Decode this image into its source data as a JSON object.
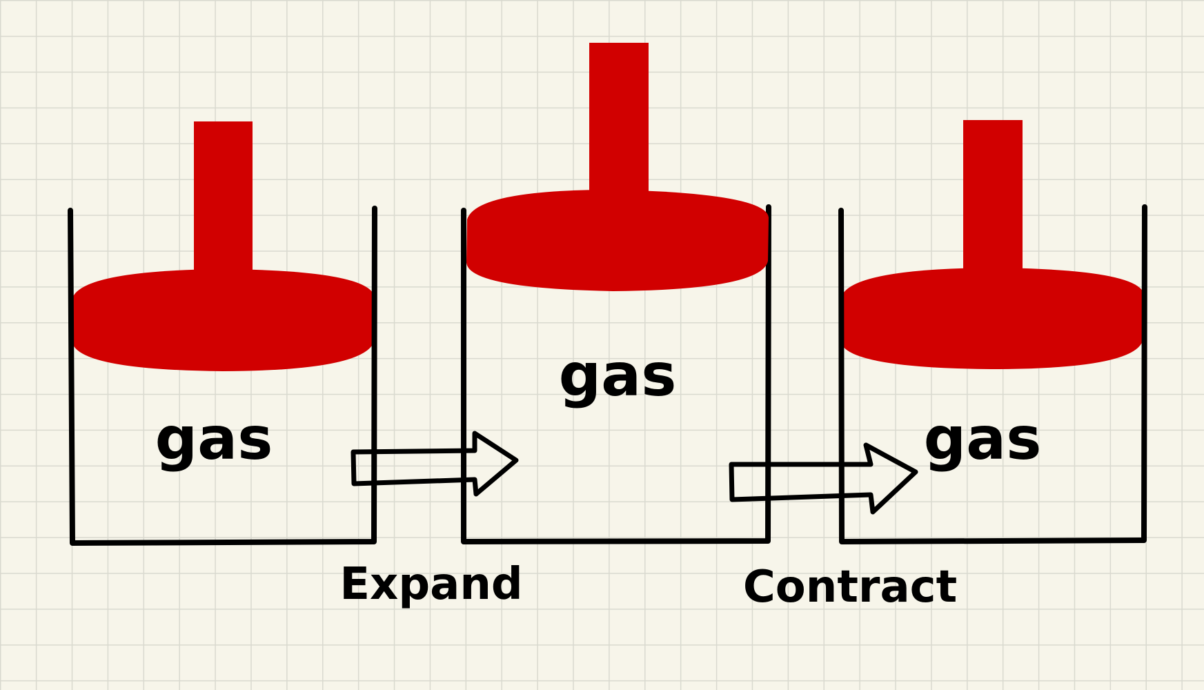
{
  "diagram": {
    "cylinders": [
      {
        "gas_label": "gas"
      },
      {
        "gas_label": "gas"
      },
      {
        "gas_label": "gas"
      }
    ],
    "arrows": [
      {
        "label": "Expand"
      },
      {
        "label": "Contract"
      }
    ]
  },
  "colors": {
    "piston": "#d10000",
    "ink": "#000000",
    "paper": "#f7f5ea",
    "grid": "#d9d9cf"
  }
}
